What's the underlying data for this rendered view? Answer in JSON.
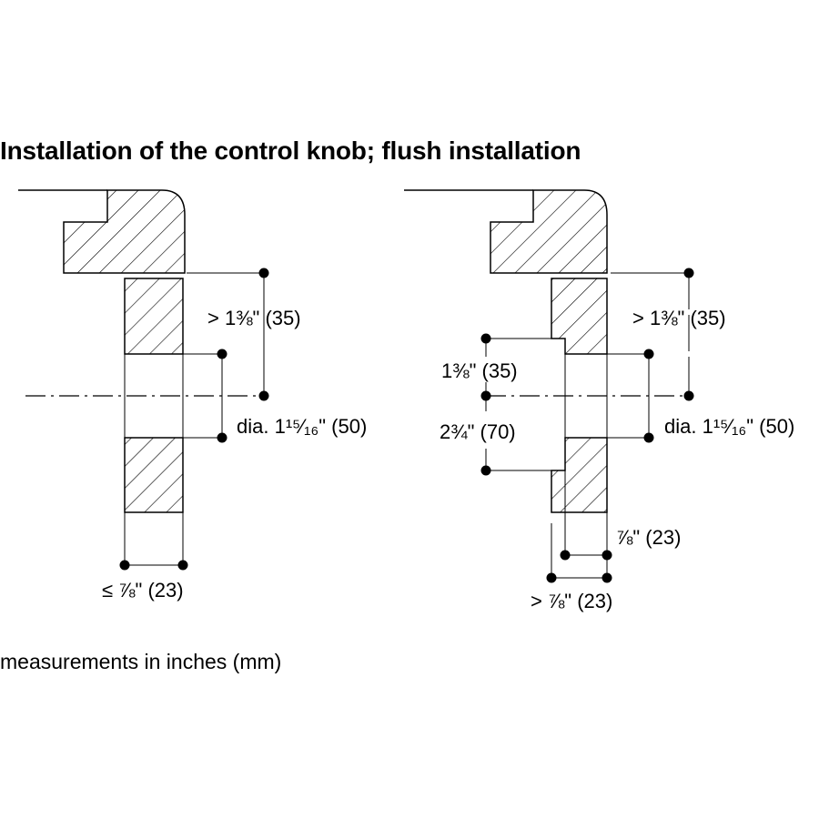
{
  "title": "Installation of the control knob; flush installation",
  "footnote": "measurements in inches (mm)",
  "left_diagram": {
    "dim_depth": "> 1⅜\" (35)",
    "dim_diameter": "dia. 1¹⁵⁄₁₆\" (50)",
    "dim_thickness": "≤ ⅞\" (23)"
  },
  "right_diagram": {
    "dim_depth": "> 1⅜\" (35)",
    "dim_recess_upper": "1⅜\" (35)",
    "dim_recess_height": "2¾\" (70)",
    "dim_diameter": "dia. 1¹⁵⁄₁₆\" (50)",
    "dim_recess_depth": "⅞\" (23)",
    "dim_thickness": "> ⅞\" (23)"
  },
  "colors": {
    "ink": "#000000",
    "background": "#ffffff"
  }
}
